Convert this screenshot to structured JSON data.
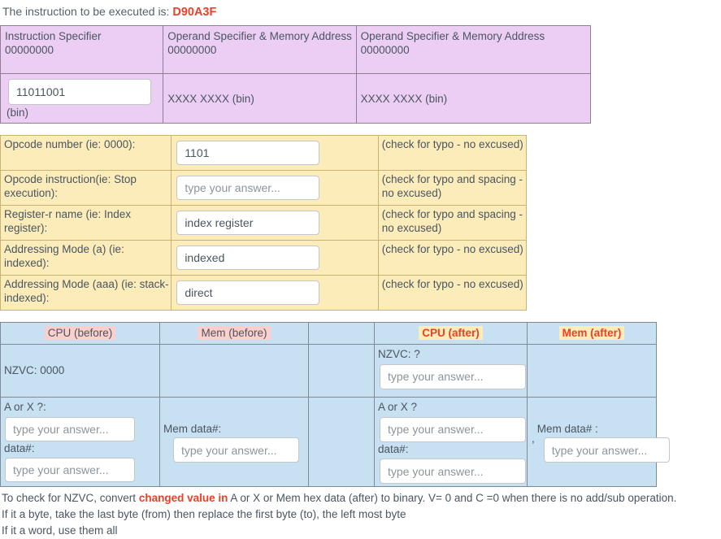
{
  "header": {
    "prefix": "The instruction to be executed is:",
    "instruction": "D90A3F"
  },
  "instruction_table": {
    "headers": [
      "Instruction Specifier\n00000000",
      "Operand Specifier & Memory Address\n00000000",
      "Operand Specifier & Memory Address\n00000000"
    ],
    "header_titles": [
      "Instruction Specifier",
      "Operand Specifier & Memory Address",
      "Operand Specifier & Memory Address"
    ],
    "header_bits": [
      "00000000",
      "00000000",
      "00000000"
    ],
    "instruction_value": "11011001",
    "instruction_placeholder": "",
    "bin_label": "(bin)",
    "operand1_text": "XXXX XXXX  (bin)",
    "operand2_text": "XXXX XXXX  (bin)"
  },
  "opcode_table": {
    "rows": [
      {
        "label": "Opcode number (ie: 0000):",
        "value": "1101",
        "placeholder": "type your answer...",
        "note": "(check for typo - no excused)"
      },
      {
        "label": "Opcode instruction(ie:  Stop execution):",
        "value": "",
        "placeholder": "type your answer...",
        "note": "(check for typo and spacing - no excused)"
      },
      {
        "label": "Register-r name (ie: Index register):",
        "value": "index register",
        "placeholder": "type your answer...",
        "note": "(check for typo and spacing - no excused)"
      },
      {
        "label": "Addressing Mode (a) (ie: indexed):",
        "value": "indexed",
        "placeholder": "type your answer...",
        "note": "(check for typo - no excused)"
      },
      {
        "label": "Addressing Mode (aaa) (ie: stack-indexed):",
        "value": "direct",
        "placeholder": "type your answer...",
        "note": "(check for typo - no excused)"
      }
    ]
  },
  "state_table": {
    "headers": {
      "cpu_before": "CPU (before)",
      "mem_before": "Mem (before)",
      "spacer": "",
      "cpu_after": "CPU (after)",
      "mem_after": "Mem (after)"
    },
    "nzvc_row": {
      "cpu_before_label": "NZVC: 0000",
      "cpu_after_label": "NZVC: ?",
      "cpu_after_placeholder": "type your answer..."
    },
    "ax_row": {
      "cpu_before_ax_label": "A or X ?:",
      "cpu_before_ax_placeholder": "type your answer...",
      "cpu_before_data_label": "data#:",
      "cpu_before_data_placeholder": "type your answer...",
      "mem_before_label": "Mem data#:",
      "mem_before_placeholder": "type your answer...",
      "cpu_after_ax_label": "A or X ?",
      "cpu_after_ax_placeholder": "type your answer...",
      "cpu_after_data_label": "data#:",
      "cpu_after_data_placeholder": "type your answer...",
      "comma": ",",
      "mem_after_label": "Mem data# :",
      "mem_after_placeholder": "type your answer..."
    }
  },
  "notes": {
    "line1_part1": "To check for NZVC, convert ",
    "line1_red": "changed value in",
    "line1_part2": " A or X or Mem hex data (after) to binary.  V= 0 and C =0 when there is no add/sub operation.",
    "line2": "If it a byte, take the last byte (from) then replace the first byte (to), the left most byte",
    "line3": "If it a word, use them all"
  },
  "colors": {
    "accent_red": "#ef3e23",
    "purple_bg": "#eccef5",
    "yellow_bg": "#fbecb9",
    "blue_bg": "#c7e0f2",
    "pink_highlight": "#fbcfcb",
    "yellow_highlight": "#fcedbb"
  }
}
